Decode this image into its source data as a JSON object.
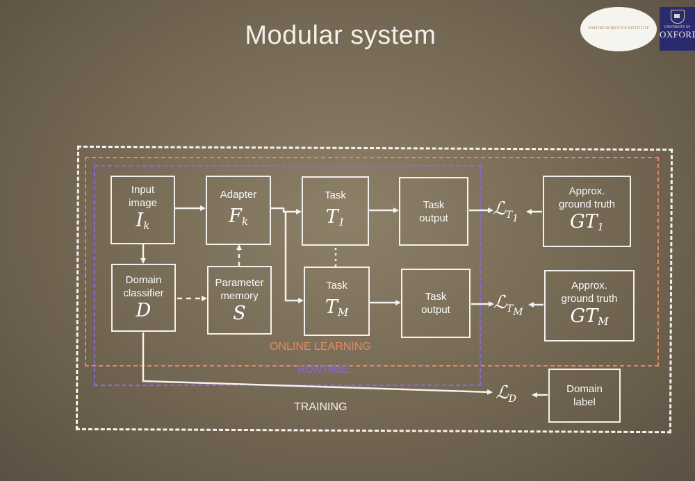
{
  "slide": {
    "title": "Modular system",
    "logo_left_text": "OXFORD ROBOTICS INSTITUTE",
    "logo_right_small": "UNIVERSITY OF",
    "logo_right_big": "OXFORD"
  },
  "boxes": {
    "input": {
      "line1": "Input",
      "line2": "image",
      "sym": "I",
      "sub": "k"
    },
    "adapter": {
      "line1": "Adapter",
      "sym": "F",
      "sub": "k"
    },
    "task1": {
      "line1": "Task",
      "sym": "T",
      "sub": "1"
    },
    "output1": {
      "line1": "Task",
      "line2": "output"
    },
    "gt1": {
      "line1": "Approx.",
      "line2": "ground truth",
      "sym": "GT",
      "sub": "1"
    },
    "domain_classifier": {
      "line1": "Domain",
      "line2": "classifier",
      "sym": "D"
    },
    "param_memory": {
      "line1": "Parameter",
      "line2": "memory",
      "sym": "S"
    },
    "taskM": {
      "line1": "Task",
      "sym": "T",
      "sub": "M"
    },
    "outputM": {
      "line1": "Task",
      "line2": "output"
    },
    "gtM": {
      "line1": "Approx.",
      "line2": "ground truth",
      "sym": "GT",
      "sub": "M"
    },
    "domain_label": {
      "line1": "Domain",
      "line2": "label"
    }
  },
  "losses": {
    "l1": {
      "sym": "ℒ",
      "sub": "T",
      "subsub": "1"
    },
    "lM": {
      "sym": "ℒ",
      "sub": "T",
      "subsub": "M"
    },
    "lD": {
      "sym": "ℒ",
      "sub": "D"
    }
  },
  "regions": {
    "online": "ONLINE LEARNING",
    "runtime": "RUNTIME",
    "training": "TRAINING"
  },
  "colors": {
    "online": "#e68a5e",
    "runtime": "#8a68e0",
    "line": "#f4f2ec"
  }
}
